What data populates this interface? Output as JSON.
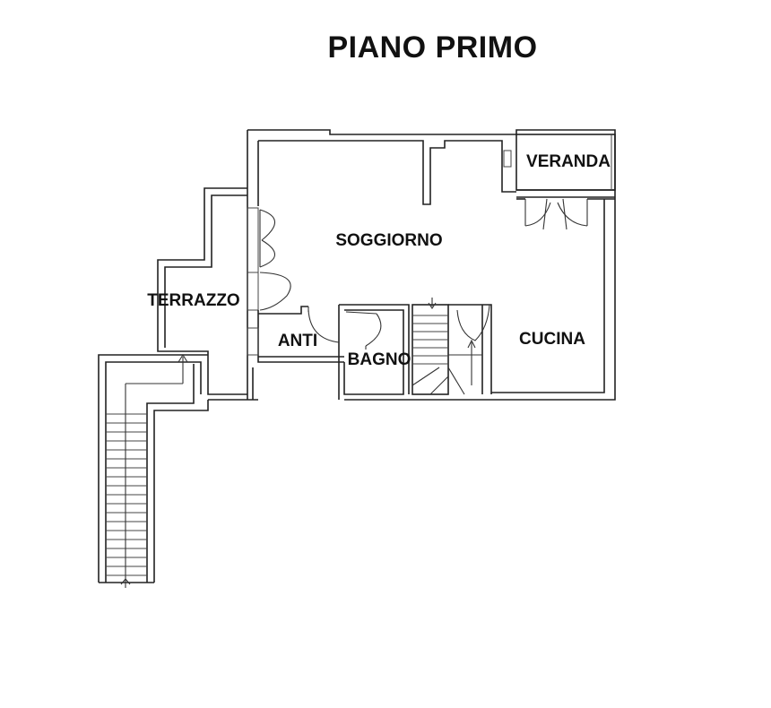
{
  "title": "PIANO PRIMO",
  "rooms": {
    "veranda": "VERANDA",
    "soggiorno": "SOGGIORNO",
    "terrazzo": "TERRAZZO",
    "anti": "ANTI",
    "bagno": "BAGNO",
    "cucina": "CUCINA"
  },
  "colors": {
    "ink": "#222222",
    "background": "#ffffff"
  }
}
